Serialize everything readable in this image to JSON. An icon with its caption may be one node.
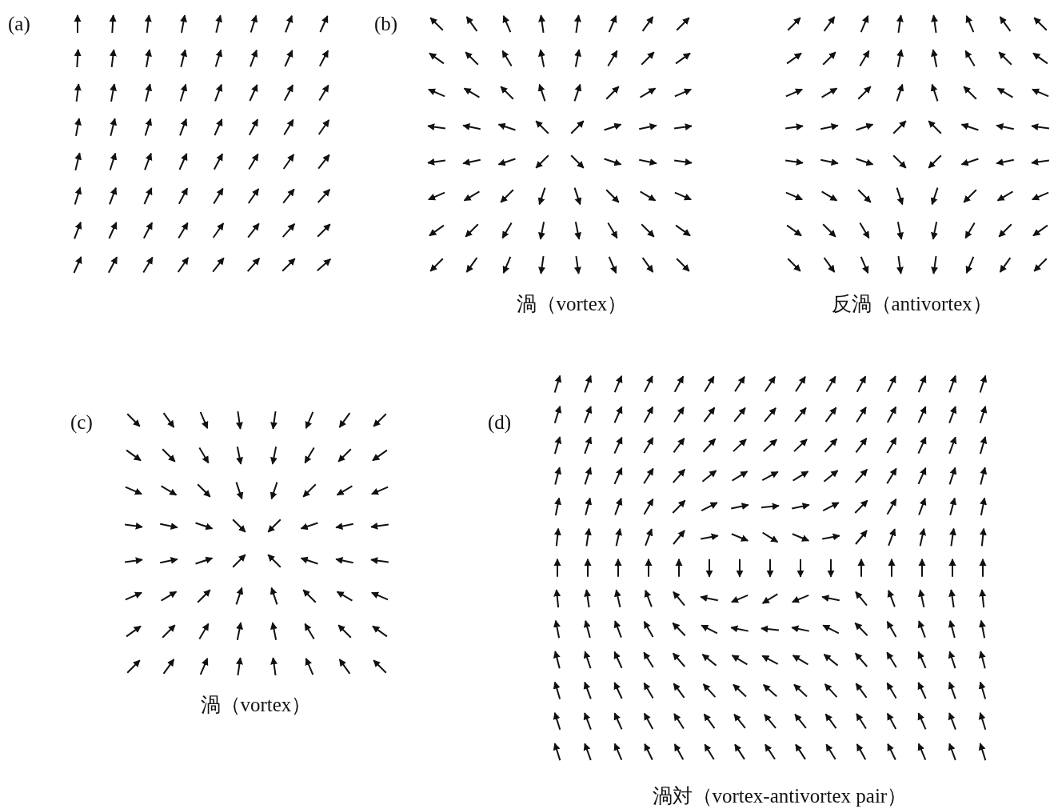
{
  "diagram": {
    "labels": [
      "(a)",
      "(b)",
      "渦（vortex）",
      "反渦（antivortex）",
      "(c)",
      "渦（vortex）",
      "(d)",
      "渦対（vortex-antivortex pair）"
    ]
  }
}
